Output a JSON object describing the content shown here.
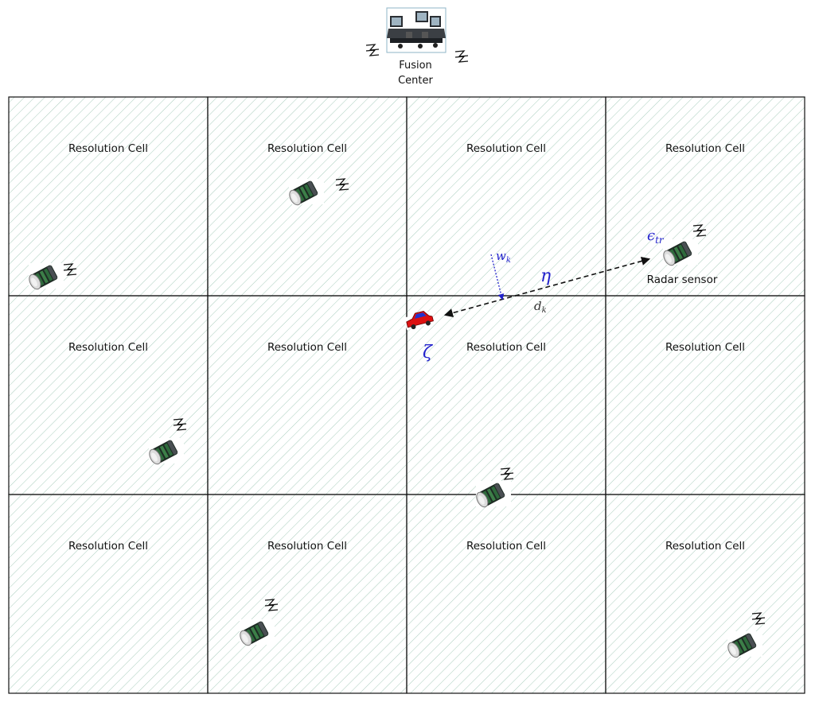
{
  "fusion_center": {
    "line1": "Fusion",
    "line2": "Center",
    "icon": "fusion-center-console-icon"
  },
  "grid": {
    "rows": 3,
    "cols": 4,
    "cell_label": "Resolution Cell",
    "hatch_color": "#a9cdbd"
  },
  "symbols": {
    "w": "w",
    "w_sub": "k",
    "eta": "η",
    "d": "d",
    "d_sub": "k",
    "epsilon": "ϵ",
    "epsilon_sub": "tr",
    "zeta": "ζ"
  },
  "radar_label": "Radar sensor",
  "colors": {
    "symbol_blue": "#2222cc",
    "grid_line": "#111111",
    "car_red": "#dd1111",
    "car_roof": "#2233cc"
  },
  "icons": {
    "sensor": "radar-sensor-icon",
    "signal": "wireless-signal-icon",
    "vehicle": "target-car-icon"
  }
}
